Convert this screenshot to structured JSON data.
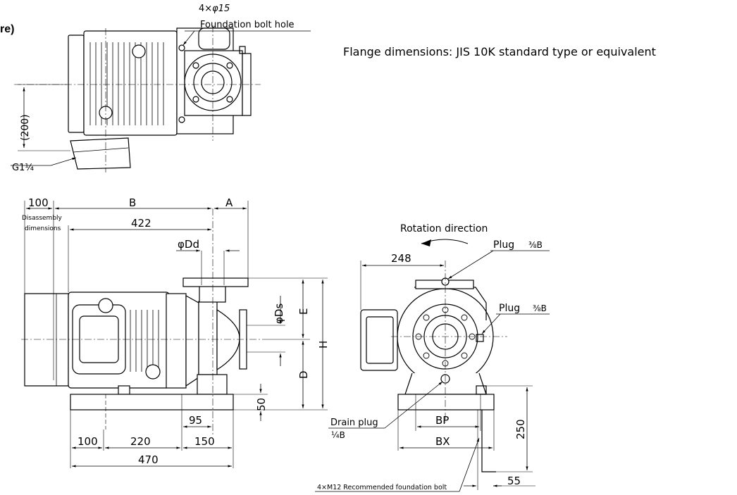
{
  "header_fragment": "re)",
  "flange_note": "Flange dimensions: JIS 10K standard type or equivalent",
  "top_view": {
    "bolt_hole_count": "4×",
    "bolt_hole_dia": "φ15",
    "bolt_hole_label": "Foundation bolt hole",
    "height_dim": "(200)",
    "conduit": "G1¼"
  },
  "side_view": {
    "disassembly_value": "100",
    "disassembly_label_1": "Disassembly",
    "disassembly_label_2": "dimensions",
    "dim_B": "B",
    "dim_A": "A",
    "dim_422": "422",
    "dim_Dd": "φDd",
    "dim_Ds": "φDs",
    "dim_E": "E",
    "dim_H": "H",
    "dim_D": "D",
    "dim_50": "50",
    "dim_95": "95",
    "dim_100": "100",
    "dim_220": "220",
    "dim_150": "150",
    "dim_470": "470"
  },
  "front_view": {
    "rotation_label": "Rotation direction",
    "dim_248": "248",
    "plug_top": "Plug",
    "plug_top_size": "⅜B",
    "plug_side": "Plug",
    "plug_side_size": "⅜B",
    "drain_plug": "Drain plug",
    "drain_size": "¼B",
    "dim_BP": "BP",
    "dim_BX": "BX",
    "dim_250": "250",
    "bolt_label": "4×M12 Recommended foundation bolt",
    "dim_55": "55"
  }
}
